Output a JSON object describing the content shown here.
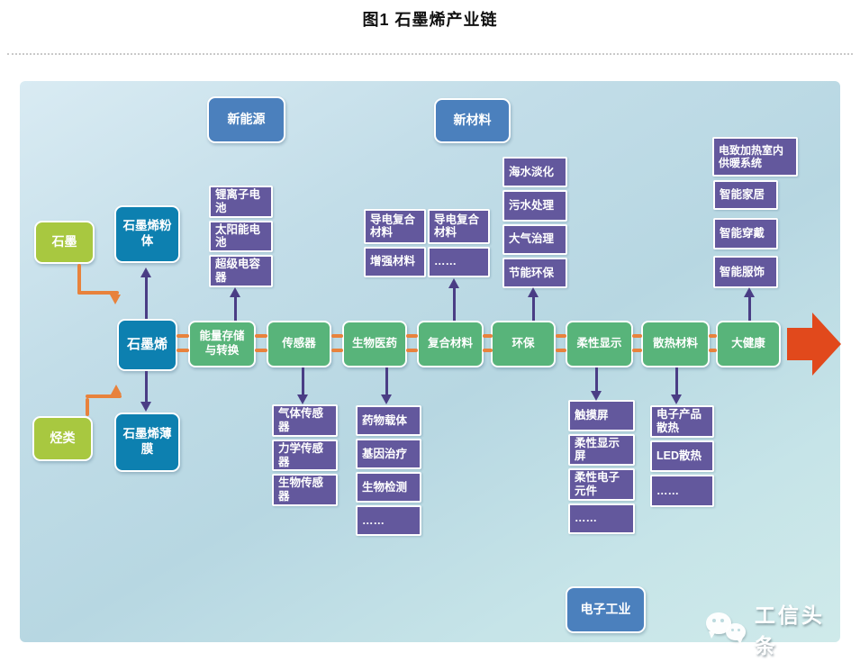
{
  "title": "图1  石墨烯产业链",
  "watermark": "工信头条",
  "diagram": {
    "sources": [
      "石墨",
      "烃类"
    ],
    "core": "石墨烯",
    "forms": [
      "石墨烯粉体",
      "石墨烯薄膜"
    ],
    "sectors": [
      "新能源",
      "新材料",
      "电子工业"
    ],
    "applications": [
      "能量存储与转换",
      "传感器",
      "生物医药",
      "复合材料",
      "环保",
      "柔性显示",
      "散热材料",
      "大健康"
    ],
    "stacks": {
      "energy": [
        "锂离子电池",
        "太阳能电池",
        "超级电容器"
      ],
      "composite_left": [
        "导电复合材料",
        "增强材料"
      ],
      "composite_right": [
        "导电复合材料",
        "……"
      ],
      "environment": [
        "海水淡化",
        "污水处理",
        "大气治理",
        "节能环保"
      ],
      "sensors": [
        "气体传感器",
        "力学传感器",
        "生物传感器"
      ],
      "biomedicine": [
        "药物载体",
        "基因治疗",
        "生物检测",
        "……"
      ],
      "flexible_display": [
        "触摸屏",
        "柔性显示屏",
        "柔性电子元件",
        "……"
      ],
      "thermal": [
        "电子产品散热",
        "LED散热",
        "……"
      ],
      "health": [
        "电致加热室内供暖系统",
        "智能家居",
        "智能穿戴",
        "智能服饰"
      ]
    }
  },
  "colors": {
    "panel_background": "#bedbe6",
    "source_green": "#a8c840",
    "core_teal": "#0d80b0",
    "sector_blue": "#4b80bd",
    "application_green": "#58b47a",
    "stack_purple": "#63589d",
    "arrow_purple": "#4a3d85",
    "connector_orange": "#e8823c",
    "flow_arrow_orange": "#e1491c"
  }
}
